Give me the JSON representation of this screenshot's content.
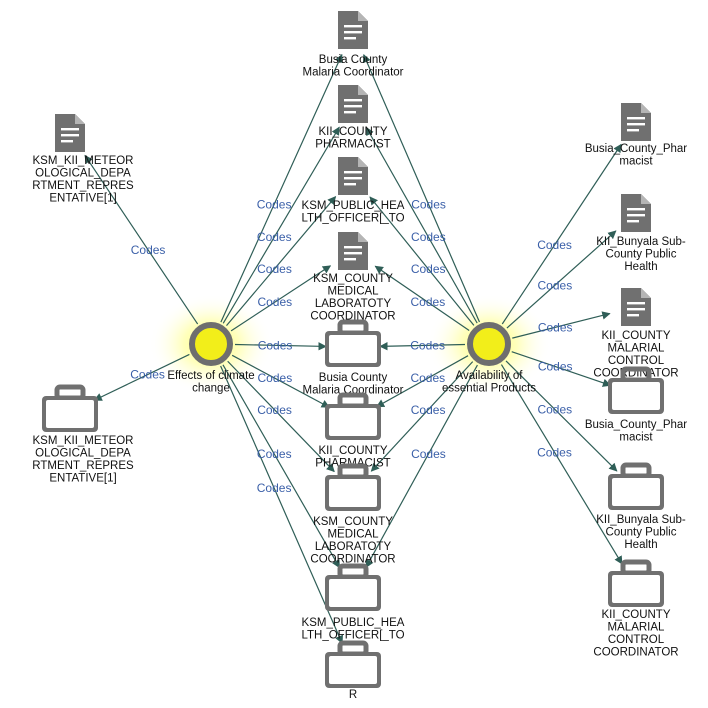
{
  "colors": {
    "edge": "#2f5e57",
    "edge_label": "#3a5fa8",
    "icon": "#707070",
    "hub_glow": "#ffff66",
    "hub_fill": "#f2ee1a"
  },
  "edge_label": "Codes",
  "hubs": [
    {
      "id": "climate",
      "lines": [
        "Effects of climate",
        "change"
      ]
    },
    {
      "id": "products",
      "lines": [
        "Availability of",
        "essential Products"
      ]
    }
  ],
  "nodes": [
    {
      "id": "d_busia_malaria",
      "icon": "document-icon",
      "lines": [
        "Busia County",
        "Malaria Coordinator"
      ]
    },
    {
      "id": "d_kii_pharm",
      "icon": "document-icon",
      "lines": [
        "KII_COUNTY",
        "PHARMACIST"
      ]
    },
    {
      "id": "d_ksm_public",
      "icon": "document-icon",
      "lines": [
        "KSM_PUBLIC_HEA",
        "LTH_OFFICER[_TO"
      ]
    },
    {
      "id": "d_ksm_medlab",
      "icon": "document-icon",
      "lines": [
        "KSM_COUNTY",
        "MEDICAL",
        "LABORATOTY",
        "COORDINATOR"
      ]
    },
    {
      "id": "d_ksm_meteor",
      "icon": "document-icon",
      "lines": [
        "KSM_KII_METEOR",
        "OLOGICAL_DEPA",
        "RTMENT_REPRES",
        "ENTATIVE[1]"
      ]
    },
    {
      "id": "d_busia_pharm",
      "icon": "document-icon",
      "lines": [
        "Busia_County_Phar",
        "macist"
      ]
    },
    {
      "id": "d_kii_bunyala",
      "icon": "document-icon",
      "lines": [
        "KII_Bunyala Sub-",
        "County Public",
        "Health"
      ]
    },
    {
      "id": "d_kii_malarial",
      "icon": "document-icon",
      "lines": [
        "KII_COUNTY",
        "MALARIAL",
        "CONTROL",
        "COORDINATOR"
      ]
    },
    {
      "id": "c_busia_malaria",
      "icon": "case-icon",
      "lines": [
        "Busia County",
        "Malaria Coordinator"
      ]
    },
    {
      "id": "c_kii_pharm",
      "icon": "case-icon",
      "lines": [
        "KII_COUNTY",
        "PHARMACIST"
      ]
    },
    {
      "id": "c_ksm_medlab",
      "icon": "case-icon",
      "lines": [
        "KSM_COUNTY",
        "MEDICAL",
        "LABORATOTY",
        "COORDINATOR"
      ]
    },
    {
      "id": "c_ksm_public",
      "icon": "case-icon",
      "lines": [
        "KSM_PUBLIC_HEA",
        "LTH_OFFICER[_TO"
      ]
    },
    {
      "id": "c_r",
      "icon": "case-icon",
      "lines": [
        "R"
      ]
    },
    {
      "id": "c_ksm_meteor",
      "icon": "case-icon",
      "lines": [
        "KSM_KII_METEOR",
        "OLOGICAL_DEPA",
        "RTMENT_REPRES",
        "ENTATIVE[1]"
      ]
    },
    {
      "id": "c_busia_pharm",
      "icon": "case-icon",
      "lines": [
        "Busia_County_Phar",
        "macist"
      ]
    },
    {
      "id": "c_kii_bunyala",
      "icon": "case-icon",
      "lines": [
        "KII_Bunyala Sub-",
        "County Public",
        "Health"
      ]
    },
    {
      "id": "c_kii_malarial",
      "icon": "case-icon",
      "lines": [
        "KII_COUNTY",
        "MALARIAL",
        "CONTROL",
        "COORDINATOR"
      ]
    }
  ],
  "edges": [
    {
      "from": "climate",
      "to": "d_ksm_meteor"
    },
    {
      "from": "climate",
      "to": "d_busia_malaria"
    },
    {
      "from": "climate",
      "to": "d_kii_pharm"
    },
    {
      "from": "climate",
      "to": "d_ksm_public"
    },
    {
      "from": "climate",
      "to": "d_ksm_medlab"
    },
    {
      "from": "climate",
      "to": "c_busia_malaria"
    },
    {
      "from": "climate",
      "to": "c_kii_pharm"
    },
    {
      "from": "climate",
      "to": "c_ksm_medlab"
    },
    {
      "from": "climate",
      "to": "c_ksm_public"
    },
    {
      "from": "climate",
      "to": "c_r"
    },
    {
      "from": "climate",
      "to": "c_ksm_meteor"
    },
    {
      "from": "products",
      "to": "d_busia_malaria"
    },
    {
      "from": "products",
      "to": "d_kii_pharm"
    },
    {
      "from": "products",
      "to": "d_ksm_public"
    },
    {
      "from": "products",
      "to": "d_ksm_medlab"
    },
    {
      "from": "products",
      "to": "d_busia_pharm"
    },
    {
      "from": "products",
      "to": "d_kii_bunyala"
    },
    {
      "from": "products",
      "to": "d_kii_malarial"
    },
    {
      "from": "products",
      "to": "c_busia_malaria"
    },
    {
      "from": "products",
      "to": "c_kii_pharm"
    },
    {
      "from": "products",
      "to": "c_ksm_medlab"
    },
    {
      "from": "products",
      "to": "c_ksm_public"
    },
    {
      "from": "products",
      "to": "c_busia_pharm"
    },
    {
      "from": "products",
      "to": "c_kii_bunyala"
    },
    {
      "from": "products",
      "to": "c_kii_malarial"
    }
  ]
}
